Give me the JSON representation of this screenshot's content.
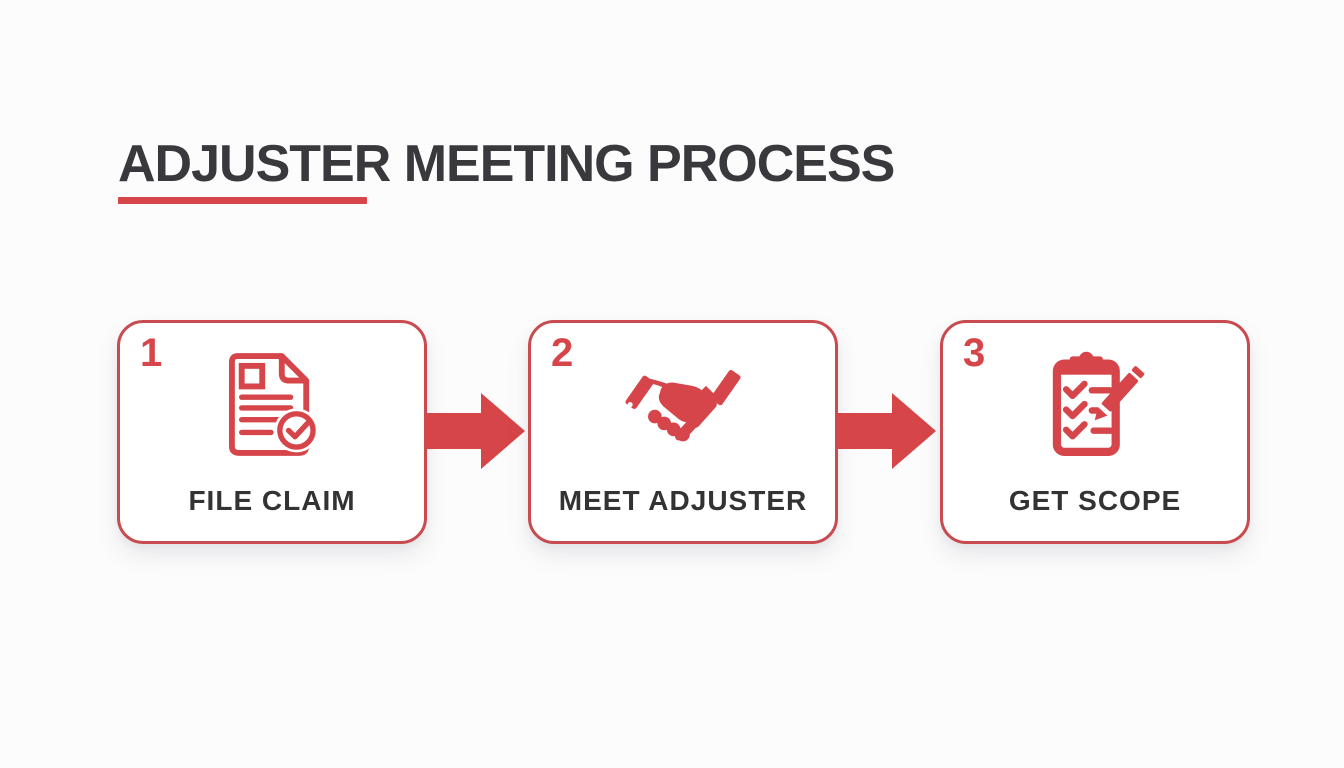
{
  "colors": {
    "page-bg": "#fcfcfc",
    "accent": "#d6454a",
    "arrow": "#d64547",
    "box-border": "#c74b4f",
    "title": "#39383c",
    "label": "#333333"
  },
  "title": {
    "text": "ADJUSTER MEETING PROCESS"
  },
  "steps": [
    {
      "number": "1",
      "label": "FILE CLAIM",
      "icon": "document-check-icon"
    },
    {
      "number": "2",
      "label": "MEET ADJUSTER",
      "icon": "handshake-icon"
    },
    {
      "number": "3",
      "label": "GET SCOPE",
      "icon": "clipboard-pencil-icon"
    }
  ]
}
